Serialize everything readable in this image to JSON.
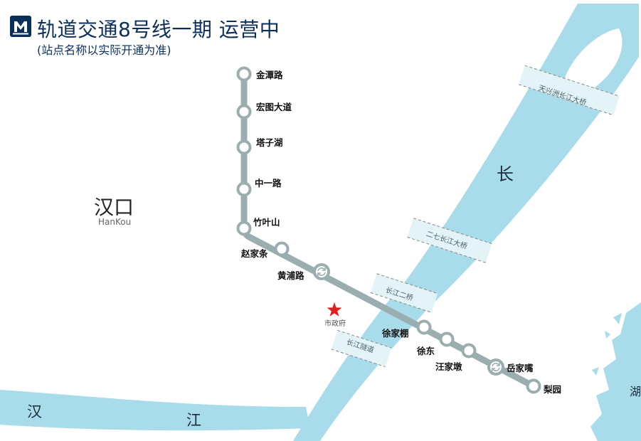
{
  "header": {
    "logo_icon": "metro-logo-icon",
    "title": "轨道交通8号线一期 运营中",
    "subtitle": "(站点名称以实际开通为准)"
  },
  "district": {
    "name": "汉口",
    "name_en": "HanKou"
  },
  "rivers": {
    "han_1": "汉",
    "han_2": "江",
    "yangtze": "长",
    "lake": "湖"
  },
  "bridges": {
    "tianxingzhou": "天兴洲长江大桥",
    "erqi": "二七长江大桥",
    "erqiao": "长江二桥",
    "tunnel": "长江隧道"
  },
  "landmark": {
    "name": "市政府",
    "icon": "star-icon"
  },
  "colors": {
    "line": "#9aaeb0",
    "water": "#a9dceb",
    "title": "#0b2f5b",
    "star": "#e02020"
  },
  "stations": [
    {
      "name": "金潭路",
      "transfer": false
    },
    {
      "name": "宏图大道",
      "transfer": false
    },
    {
      "name": "塔子湖",
      "transfer": false
    },
    {
      "name": "中一路",
      "transfer": false
    },
    {
      "name": "竹叶山",
      "transfer": false
    },
    {
      "name": "赵家条",
      "transfer": false
    },
    {
      "name": "黄浦路",
      "transfer": true
    },
    {
      "name": "徐家棚",
      "transfer": false
    },
    {
      "name": "徐东",
      "transfer": false
    },
    {
      "name": "汪家墩",
      "transfer": false
    },
    {
      "name": "岳家嘴",
      "transfer": true
    },
    {
      "name": "梨园",
      "transfer": false
    }
  ]
}
